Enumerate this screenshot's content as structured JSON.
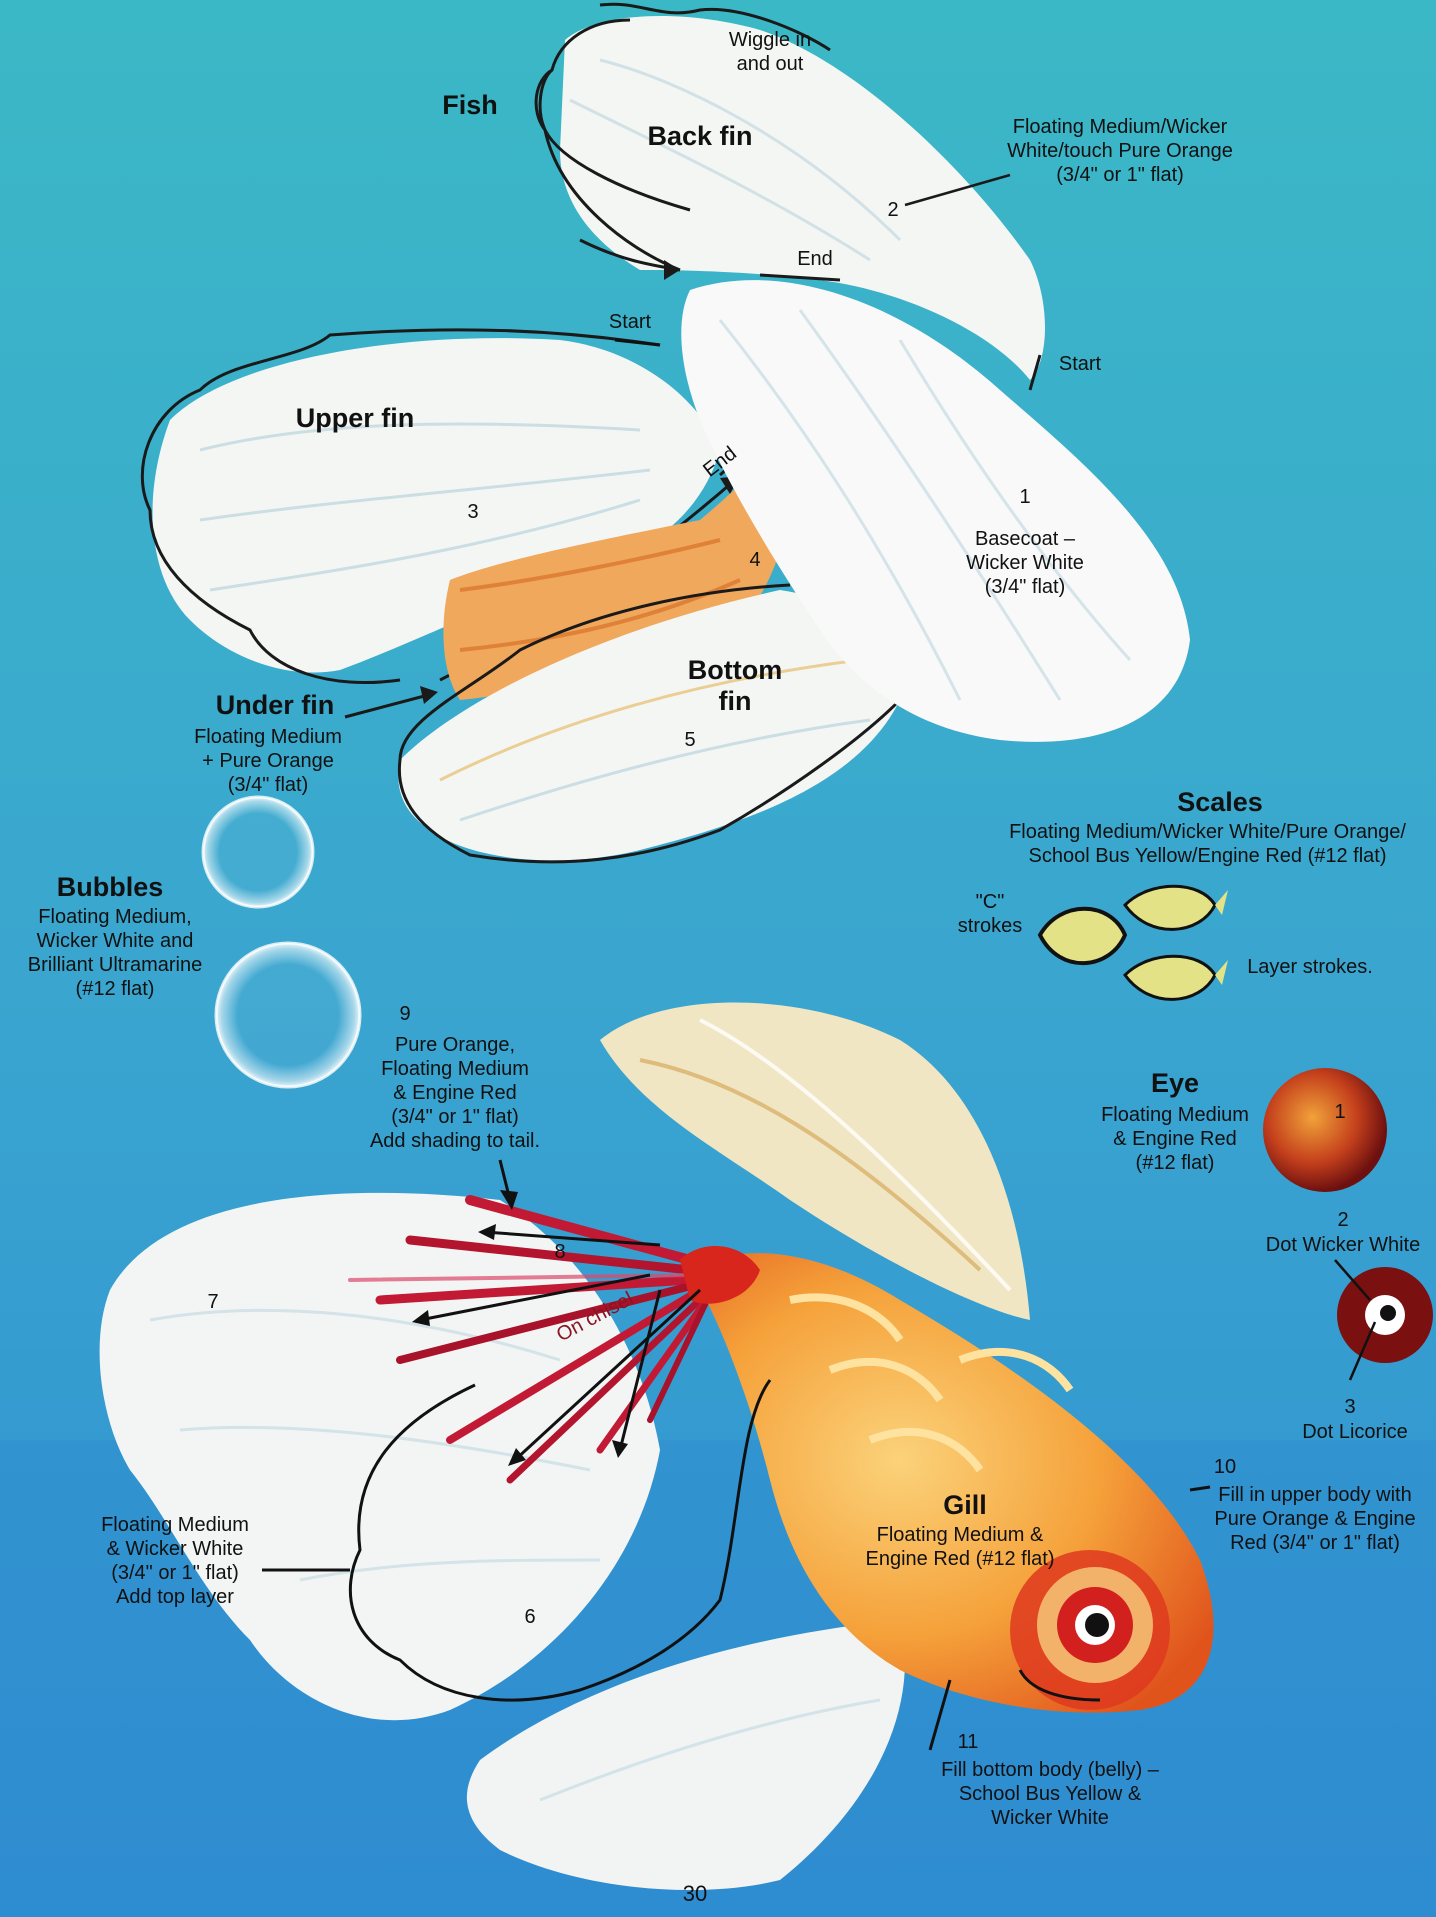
{
  "page_number": "30",
  "top_banner": {
    "wiggle": "Wiggle in\nand out",
    "fish": "Fish",
    "back_fin": "Back fin",
    "back_fin_paint": "Floating Medium/Wicker\nWhite/touch Pure Orange\n(3/4\" or 1\" flat)",
    "step2": "2",
    "end_back": "End",
    "start_upper": "Start",
    "start_right": "Start",
    "upper_fin": "Upper fin",
    "end_upper": "End",
    "step3": "3",
    "step1": "1",
    "basecoat": "Basecoat –\nWicker White\n(3/4\" flat)",
    "step4": "4",
    "bottom_fin": "Bottom\nfin",
    "step5": "5",
    "under_fin": "Under fin",
    "under_fin_paint": "Floating Medium\n+ Pure Orange\n(3/4\" flat)"
  },
  "bubbles": {
    "title": "Bubbles",
    "paint": "Floating Medium,\nWicker White and\nBrilliant Ultramarine\n(#12 flat)"
  },
  "scales": {
    "title": "Scales",
    "paint": "Floating Medium/Wicker White/Pure Orange/\nSchool Bus Yellow/Engine Red (#12 flat)",
    "c_strokes": "\"C\"\nstrokes",
    "layer": "Layer strokes."
  },
  "tail": {
    "step9": "9",
    "paint9": "Pure Orange,\nFloating Medium\n& Engine Red\n(3/4\" or 1\" flat)\nAdd shading to tail.",
    "step8": "8",
    "on_chisel": "On chisel",
    "step7": "7",
    "step6": "6",
    "top_layer": "Floating Medium\n& Wicker White\n(3/4\" or 1\" flat)\nAdd top layer"
  },
  "eye": {
    "title": "Eye",
    "paint": "Floating Medium\n& Engine Red\n(#12 flat)",
    "n1": "1",
    "n2": "2",
    "dot_white": "Dot Wicker White",
    "n3": "3",
    "dot_licorice": "Dot Licorice"
  },
  "body": {
    "step10": "10",
    "fill_upper": "Fill in upper body with\nPure Orange & Engine\nRed (3/4\" or 1\" flat)",
    "gill": "Gill",
    "gill_paint": "Floating Medium &\nEngine Red (#12 flat)",
    "step11": "11",
    "fill_belly": "Fill bottom body (belly) –\nSchool Bus Yellow &\nWicker White"
  },
  "colors": {
    "water_top": "#35b2c4",
    "water_bottom": "#2e8fd0",
    "fin_white": "#f4f6f4",
    "orange": "#f08a24",
    "red": "#c8182c"
  }
}
